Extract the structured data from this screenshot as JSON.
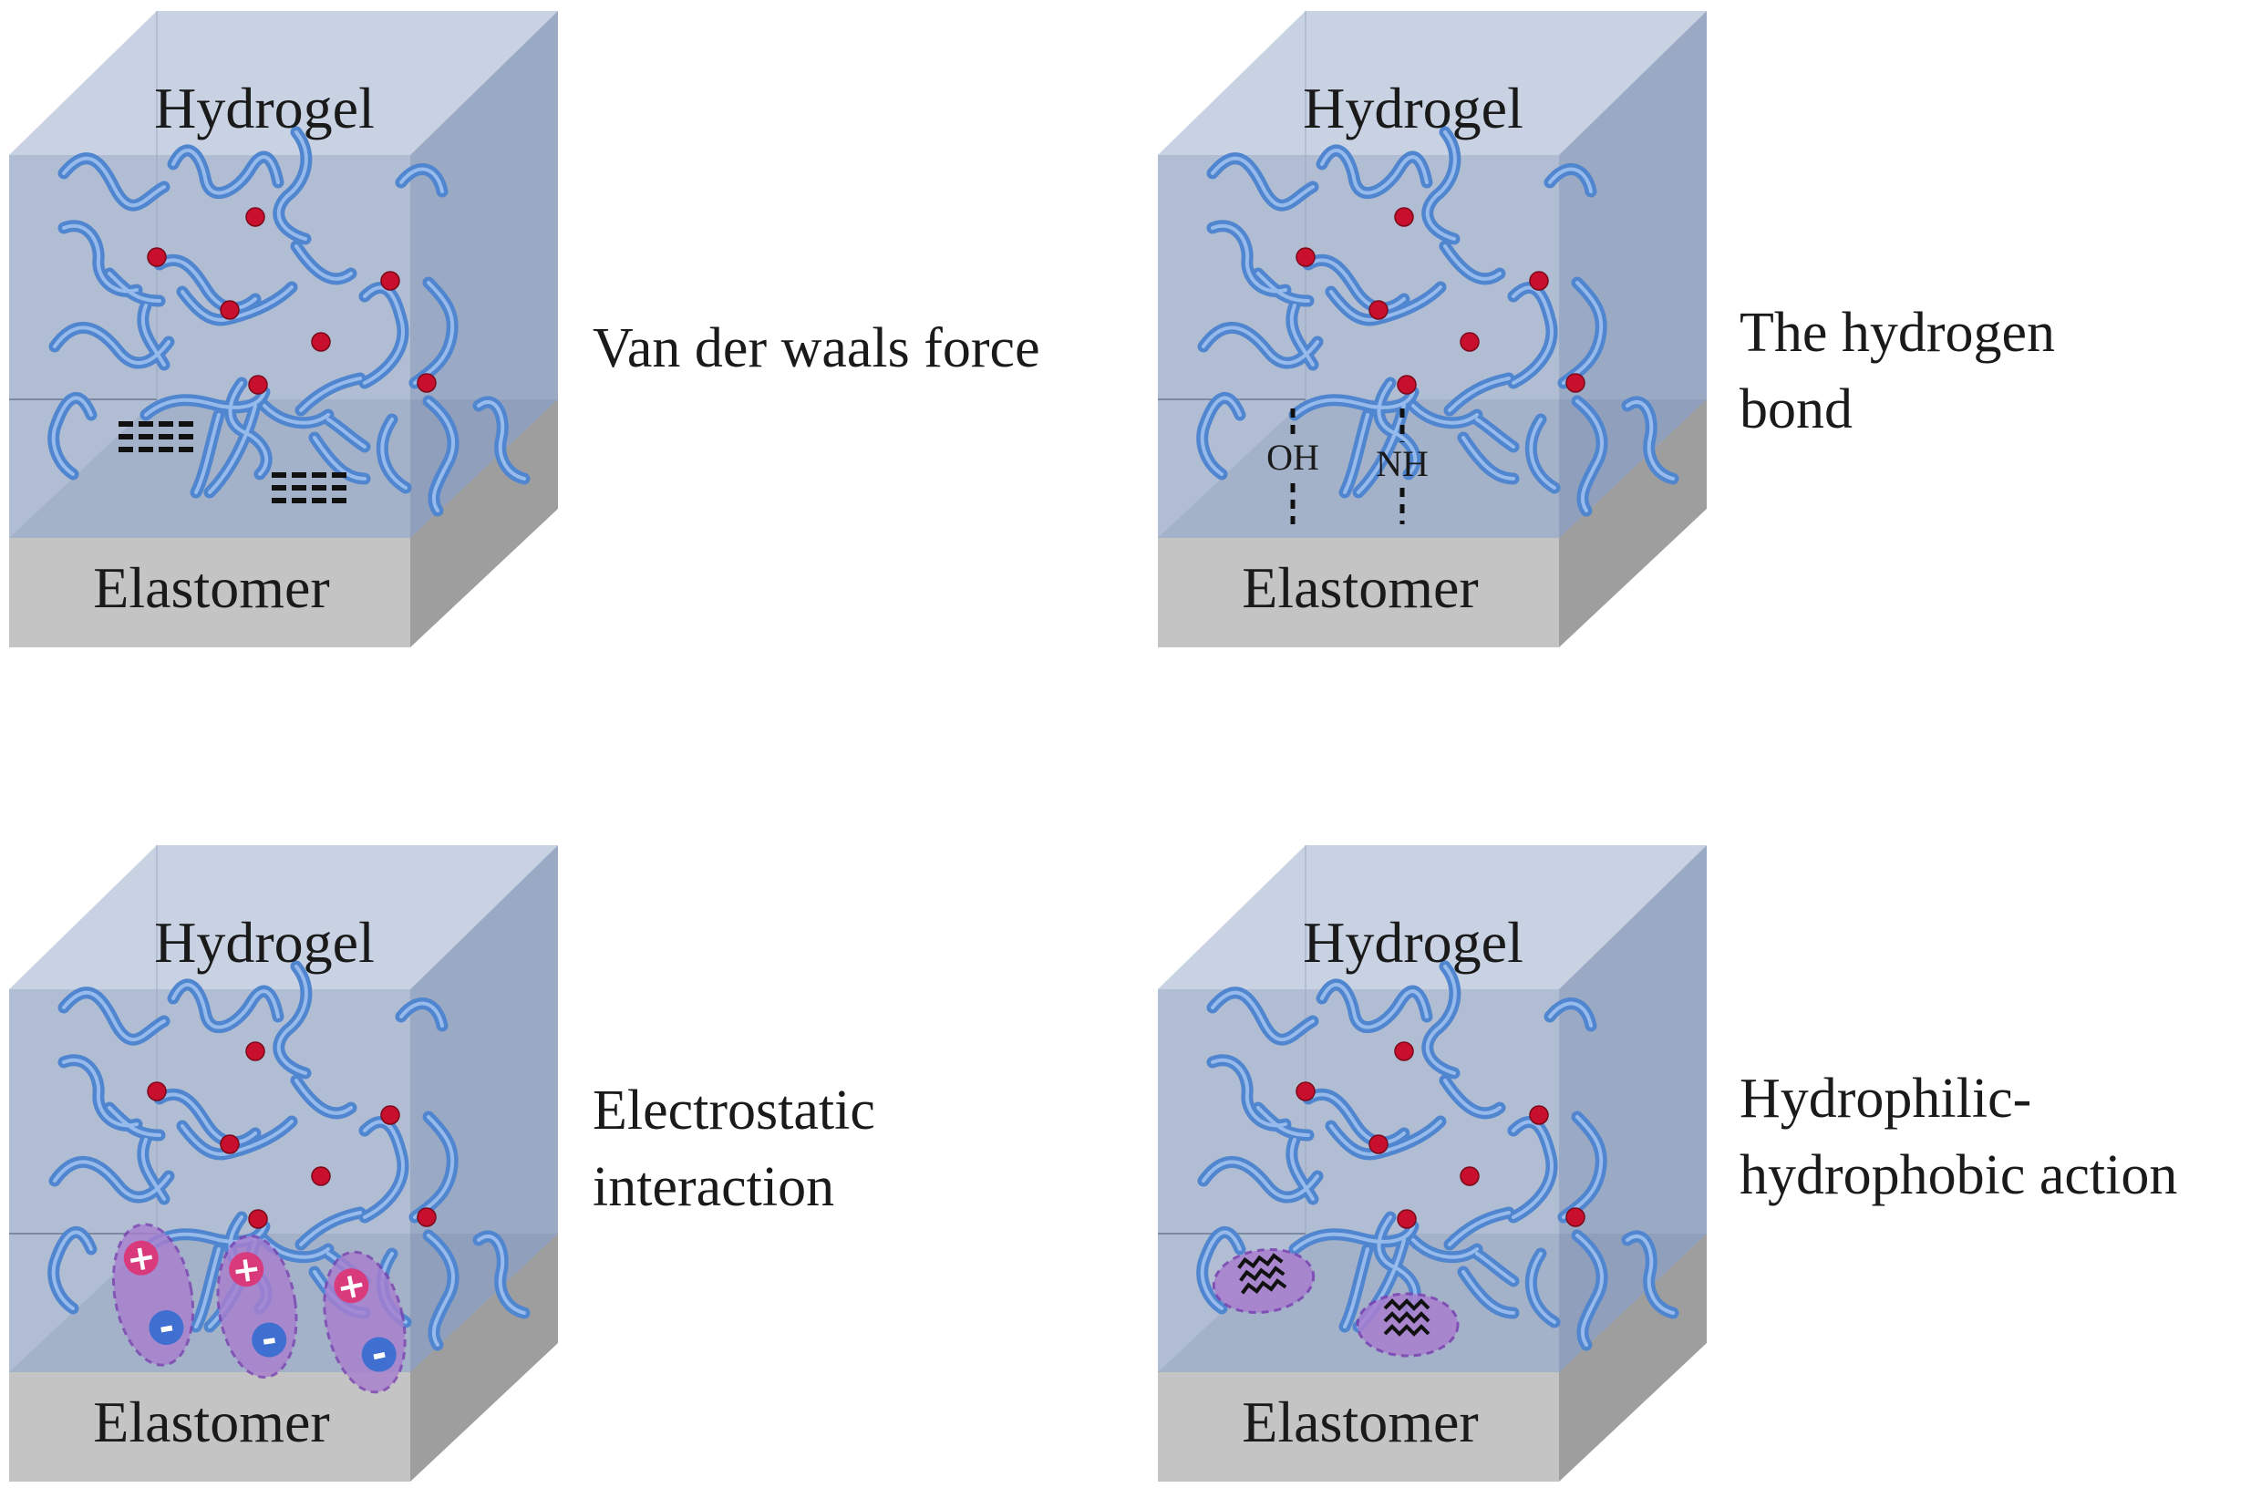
{
  "colors": {
    "gel_front": "#a6b4cd",
    "gel_top": "#c3cee0",
    "gel_side": "#8fa0be",
    "elastomer_front": "#c4c4c4",
    "elastomer_side": "#9e9e9e",
    "chain": "#4f86cf",
    "chain_highlight": "#a8c8f2",
    "crosslink": "#c8102e",
    "ellipse": "#a87fcf",
    "ellipse_border": "#7a3fb0",
    "plus_charge": "#d83a7c",
    "minus_charge": "#3f6fd0"
  },
  "panels": [
    {
      "id": "van-der-waals",
      "hydrogel_label": "Hydrogel",
      "elastomer_label": "Elastomer",
      "caption_lines": [
        "Van der waals force"
      ],
      "interaction": "dash-lines-icon"
    },
    {
      "id": "hydrogen-bond",
      "hydrogel_label": "Hydrogel",
      "elastomer_label": "Elastomer",
      "caption_lines": [
        "The hydrogen",
        "bond"
      ],
      "interaction": "hydrogen-bond-icon",
      "groups": [
        "OH",
        "NH"
      ]
    },
    {
      "id": "electrostatic",
      "hydrogel_label": "Hydrogel",
      "elastomer_label": "Elastomer",
      "caption_lines": [
        "Electrostatic",
        "interaction"
      ],
      "interaction": "charge-pair-icon",
      "charges": [
        "+",
        "-"
      ]
    },
    {
      "id": "hydrophilic-hydrophobic",
      "hydrogel_label": "Hydrogel",
      "elastomer_label": "Elastomer",
      "caption_lines": [
        "Hydrophilic-",
        "hydrophobic action"
      ],
      "interaction": "squiggle-domain-icon"
    }
  ]
}
